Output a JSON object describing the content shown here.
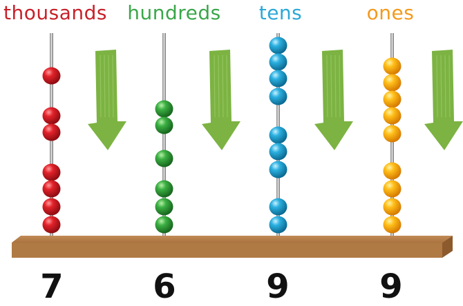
{
  "columns": [
    {
      "label": "thousands",
      "color": "#c8202a",
      "bead_color": "red",
      "count": 7,
      "digit": "7"
    },
    {
      "label": "hundreds",
      "color": "#3aa64a",
      "bead_color": "green",
      "count": 6,
      "digit": "6"
    },
    {
      "label": "tens",
      "color": "#2aa8d8",
      "bead_color": "blue",
      "count": 9,
      "digit": "9"
    },
    {
      "label": "ones",
      "color": "#f39a1c",
      "bead_color": "orange",
      "count": 9,
      "digit": "9"
    }
  ],
  "arrow_icon": "down-arrow-icon",
  "arrow_color": "#7cb342",
  "base_color": "#b07a45"
}
